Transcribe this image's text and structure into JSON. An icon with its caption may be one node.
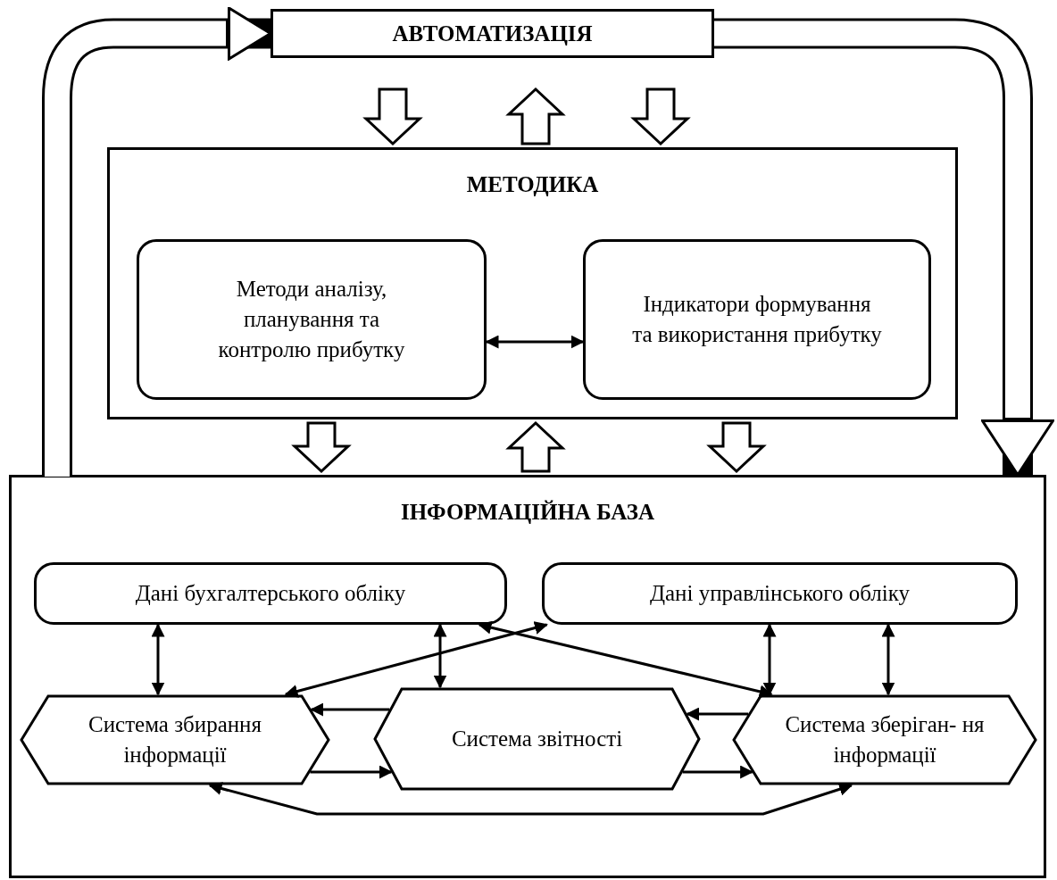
{
  "diagram": {
    "nodes": [
      {
        "text": [
          "АВТОМАТИЗАЦІЯ"
        ]
      },
      {
        "text": [
          "МЕТОДИКА"
        ]
      },
      {
        "text": [
          "Методи аналізу, планування та контролю прибутку"
        ],
        "in": 1
      },
      {
        "text": [
          "Індикатори формування та використання прибутку"
        ],
        "in": 1
      },
      {
        "text": [
          "ІНФОРМАЦІЙНА БАЗА"
        ]
      },
      {
        "text": [
          "Дані бухгалтерського обліку"
        ],
        "in": 4
      },
      {
        "text": [
          "Дані управлінського обліку"
        ],
        "in": 4
      },
      {
        "text": [
          "Система збирання інформації"
        ],
        "in": 4
      },
      {
        "text": [
          "Система звітності"
        ],
        "in": 4
      },
      {
        "text": [
          "Система зберіган- ня інформації"
        ],
        "in": 4
      }
    ],
    "edges": [
      {
        "from": 0,
        "to": 1,
        "arrow": "to"
      },
      {
        "from": 1,
        "to": 0,
        "arrow": "to"
      },
      {
        "from": 0,
        "to": 1,
        "arrow": "to"
      },
      {
        "from": 1,
        "to": 4,
        "arrow": "to"
      },
      {
        "from": 4,
        "to": 1,
        "arrow": "to"
      },
      {
        "from": 1,
        "to": 4,
        "arrow": "to"
      },
      {
        "from": 4,
        "to": 0,
        "arrow": "to",
        "style": "thick"
      },
      {
        "from": 0,
        "to": 4,
        "arrow": "to",
        "style": "thick"
      },
      {
        "from": 2,
        "to": 3,
        "arrow": "both"
      },
      {
        "from": 5,
        "to": 7,
        "arrow": "both"
      },
      {
        "from": 5,
        "to": 8,
        "arrow": "both"
      },
      {
        "from": 6,
        "to": 9,
        "arrow": "both"
      },
      {
        "from": 6,
        "to": 9,
        "arrow": "both"
      },
      {
        "from": 5,
        "to": 9,
        "arrow": "both"
      },
      {
        "from": 6,
        "to": 7,
        "arrow": "both"
      },
      {
        "from": 8,
        "to": 7,
        "arrow": "to"
      },
      {
        "from": 7,
        "to": 8,
        "arrow": "to"
      },
      {
        "from": 9,
        "to": 8,
        "arrow": "to"
      },
      {
        "from": 8,
        "to": 9,
        "arrow": "to"
      },
      {
        "from": 7,
        "to": 9,
        "arrow": "both"
      }
    ]
  }
}
